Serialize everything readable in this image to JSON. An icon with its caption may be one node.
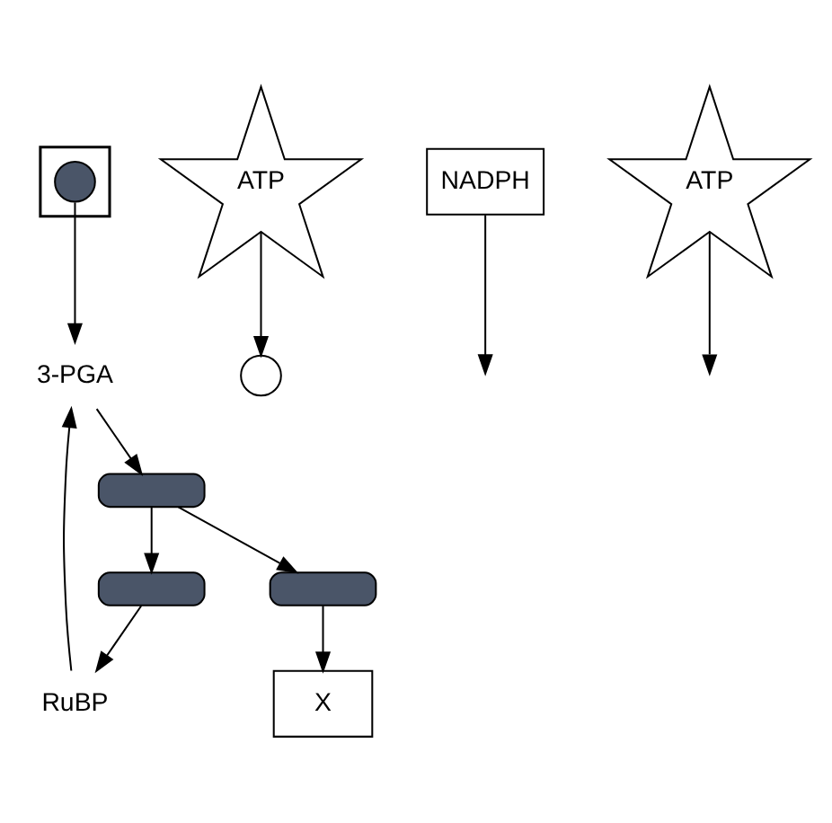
{
  "diagram": {
    "nodes": [
      {
        "text": [],
        "shape": "box"
      },
      {
        "text": [],
        "shape": "circle",
        "in": 0
      },
      {
        "text": [
          "RuBP"
        ]
      },
      {
        "text": [
          "3-PGA"
        ]
      },
      {
        "text": [
          "ATP"
        ]
      },
      {
        "text": [],
        "shape": "circle"
      },
      {
        "text": [
          "NADPH"
        ]
      },
      {
        "text": [],
        "shape": "bar"
      },
      {
        "text": [],
        "shape": "bar"
      },
      {
        "text": [
          "X"
        ]
      },
      {
        "text": [],
        "shape": "bar"
      },
      {
        "text": [
          "ATP"
        ]
      }
    ],
    "edges": [
      {
        "from": 1,
        "to": 3,
        "arrow": "to"
      },
      {
        "from": 2,
        "to": 3,
        "arrow": "to"
      },
      {
        "from": 3,
        "to": 7,
        "arrow": "to"
      },
      {
        "from": 4,
        "to": 5,
        "arrow": "to"
      },
      {
        "from": 6,
        "to": null,
        "arrow": "to"
      },
      {
        "from": 7,
        "to": 10,
        "arrow": "to"
      },
      {
        "from": 7,
        "to": 8,
        "arrow": "to"
      },
      {
        "from": 8,
        "to": 9,
        "arrow": "to"
      },
      {
        "from": 10,
        "to": 2,
        "arrow": "to"
      },
      {
        "from": 11,
        "to": null,
        "arrow": "to"
      }
    ]
  }
}
